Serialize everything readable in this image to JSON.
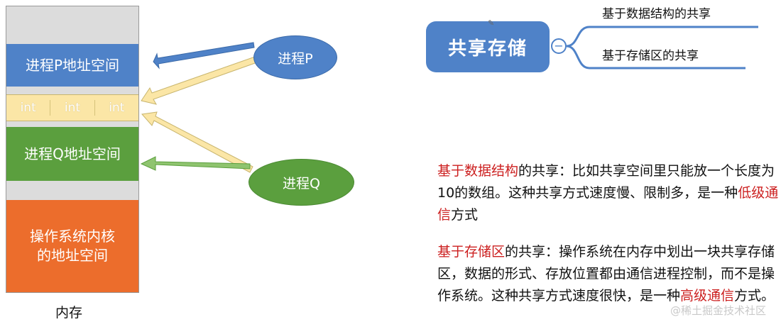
{
  "memory": {
    "p_space": "进程P地址空间",
    "int_cells": [
      "int",
      "int",
      "int"
    ],
    "q_space": "进程Q地址空间",
    "os_space_line1": "操作系统内核",
    "os_space_line2": "的地址空间",
    "label": "内存"
  },
  "processes": {
    "p": "进程P",
    "q": "进程Q"
  },
  "mindmap": {
    "root": "共享存储",
    "collapse_symbol": "−",
    "edit_glyph": "✎",
    "branches": [
      "基于数据结构的共享",
      "基于存储区的共享"
    ]
  },
  "explanation": {
    "p1_highlight1": "基于数据结构",
    "p1_text1": "的共享：比如共享空间里只能放一个长度为10的数组。这种共享方式速度慢、限制多，是一种",
    "p1_highlight2": "低级通信",
    "p1_text2": "方式",
    "p2_highlight1": "基于存储区",
    "p2_text1": "的共享：操作系统在内存中划出一块共享存储区，数据的形式、存放位置都由通信进程控制，而不是操作系统。这种共享方式速度很快，是一种",
    "p2_highlight2": "高级通信",
    "p2_text2": "方式。"
  },
  "watermark": "@稀土掘金技术社区",
  "colors": {
    "blue": "#4f82c8",
    "green": "#5b9f3e",
    "orange": "#ec6d2c",
    "yellow": "#fbe6a6",
    "red_text": "#cc1f1f"
  }
}
